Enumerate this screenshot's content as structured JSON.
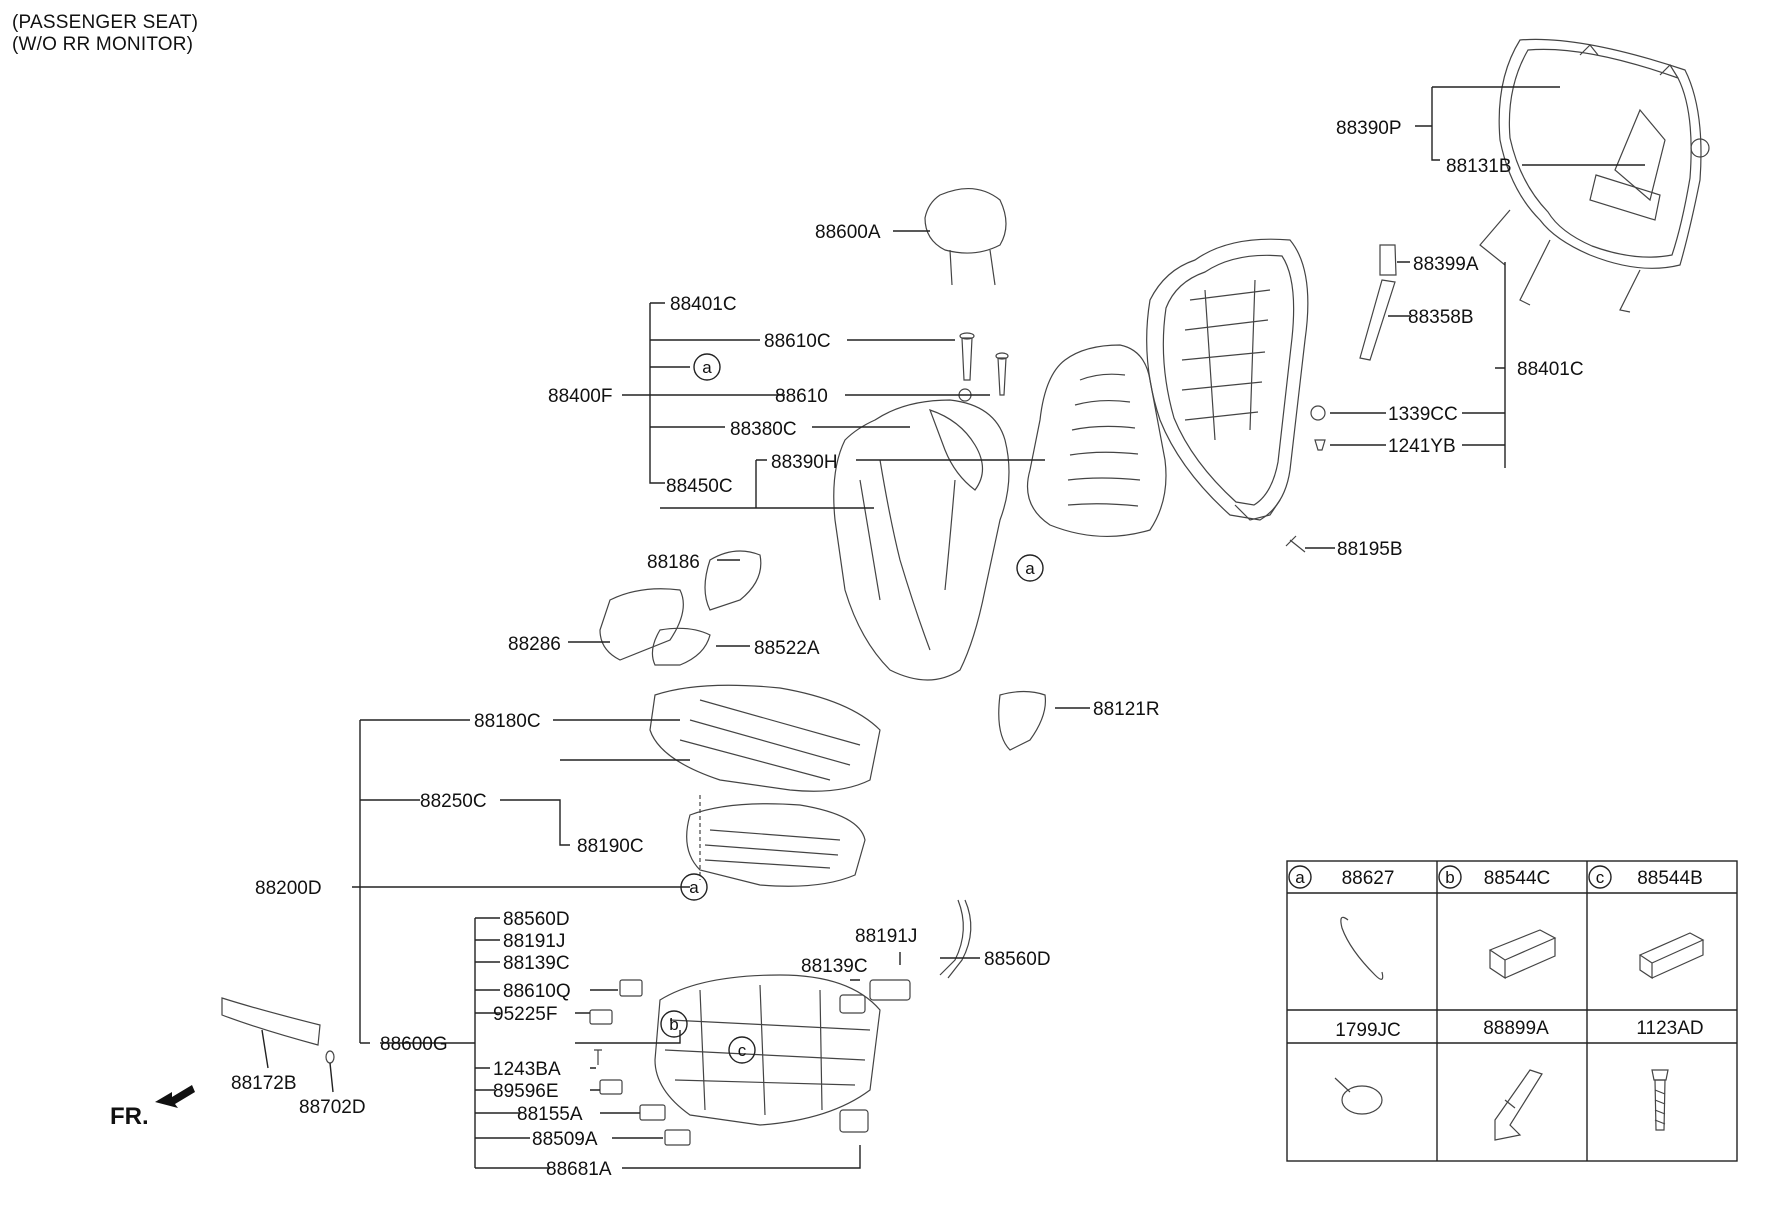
{
  "header": {
    "line1": "(PASSENGER SEAT)",
    "line2": "(W/O RR MONITOR)"
  },
  "front_label": "FR.",
  "callouts": {
    "88390P": "88390P",
    "88131B": "88131B",
    "88600A": "88600A",
    "88401C_left": "88401C",
    "88610C": "88610C",
    "88400F": "88400F",
    "88610": "88610",
    "88380C": "88380C",
    "88390H": "88390H",
    "88450C": "88450C",
    "88399A": "88399A",
    "88358B": "88358B",
    "88401C_right": "88401C",
    "1339CC": "1339CC",
    "1241YB": "1241YB",
    "88195B": "88195B",
    "88186": "88186",
    "88286": "88286",
    "88522A": "88522A",
    "88121R": "88121R",
    "88180C": "88180C",
    "88250C": "88250C",
    "88190C": "88190C",
    "88200D": "88200D",
    "88560D_list": "88560D",
    "88191J_list": "88191J",
    "88139C_list": "88139C",
    "88610Q": "88610Q",
    "95225F": "95225F",
    "88600G": "88600G",
    "1243BA": "1243BA",
    "89596E": "89596E",
    "88155A": "88155A",
    "88509A": "88509A",
    "88681A": "88681A",
    "88191J_part": "88191J",
    "88139C_part": "88139C",
    "88560D_part": "88560D",
    "88172B": "88172B",
    "88702D": "88702D"
  },
  "markers": {
    "a1": "a",
    "a2": "a",
    "a3": "a",
    "b": "b",
    "c": "c"
  },
  "legend_table": {
    "row1": [
      {
        "marker": "a",
        "part": "88627"
      },
      {
        "marker": "b",
        "part": "88544C"
      },
      {
        "marker": "c",
        "part": "88544B"
      }
    ],
    "row2": [
      {
        "part": "1799JC"
      },
      {
        "part": "88899A"
      },
      {
        "part": "1123AD"
      }
    ]
  }
}
